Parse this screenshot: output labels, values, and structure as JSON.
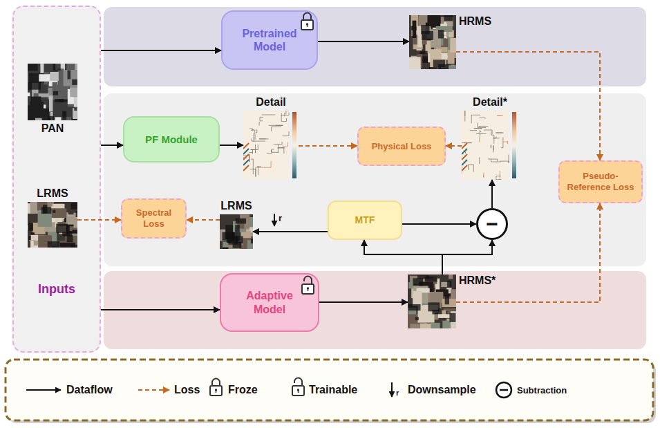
{
  "diagram": {
    "nodes": [
      {
        "text": [
          "Inputs"
        ]
      },
      {
        "text": [
          "PAN"
        ],
        "in": 0
      },
      {
        "text": [
          "LRMS"
        ],
        "in": 0
      },
      {
        "text": [
          "Pretrained Model"
        ]
      },
      {
        "text": [
          "HRMS"
        ]
      },
      {
        "text": [
          "PF Module"
        ]
      },
      {
        "text": [
          "Detail"
        ]
      },
      {
        "text": [
          "Physical Loss"
        ]
      },
      {
        "text": [
          "Detail*"
        ]
      },
      {
        "text": [
          "Pseudo-Reference Loss"
        ]
      },
      {
        "text": [
          "Spectral Loss"
        ]
      },
      {
        "text": [
          "LRMS"
        ]
      },
      {
        "text": [
          "MTF"
        ]
      },
      {
        "text": [
          "−"
        ]
      },
      {
        "text": [
          "Adaptive Model"
        ]
      },
      {
        "text": [
          "HRMS*"
        ]
      }
    ],
    "edges": [
      {
        "from": 0,
        "to": 3,
        "arrow": "to"
      },
      {
        "from": 0,
        "to": 5,
        "arrow": "to"
      },
      {
        "from": 0,
        "to": 14,
        "arrow": "to"
      },
      {
        "from": 3,
        "to": 4,
        "arrow": "to"
      },
      {
        "from": 4,
        "to": 9,
        "arrow": "to"
      },
      {
        "from": 5,
        "to": 6,
        "arrow": "to"
      },
      {
        "from": 6,
        "to": 7,
        "arrow": "to"
      },
      {
        "from": 8,
        "to": 7,
        "arrow": "to"
      },
      {
        "from": 13,
        "to": 8,
        "arrow": "to"
      },
      {
        "from": 12,
        "to": 13,
        "arrow": "to"
      },
      {
        "from": 15,
        "to": 13,
        "arrow": "to"
      },
      {
        "from": 15,
        "to": 12,
        "arrow": "to"
      },
      {
        "from": 12,
        "to": 11,
        "arrow": "to",
        "label": "r"
      },
      {
        "from": 11,
        "to": 10,
        "arrow": "to"
      },
      {
        "from": 2,
        "to": 10,
        "arrow": "to"
      },
      {
        "from": 14,
        "to": 15,
        "arrow": "to"
      },
      {
        "from": 15,
        "to": 9,
        "arrow": "to"
      }
    ],
    "labels": [
      "r"
    ],
    "legend": [
      {
        "text": "Dataflow"
      },
      {
        "text": "Loss"
      },
      {
        "text": "Froze"
      },
      {
        "text": "Trainable"
      },
      {
        "text": "Downsample"
      },
      {
        "text": "Subtraction"
      }
    ]
  }
}
